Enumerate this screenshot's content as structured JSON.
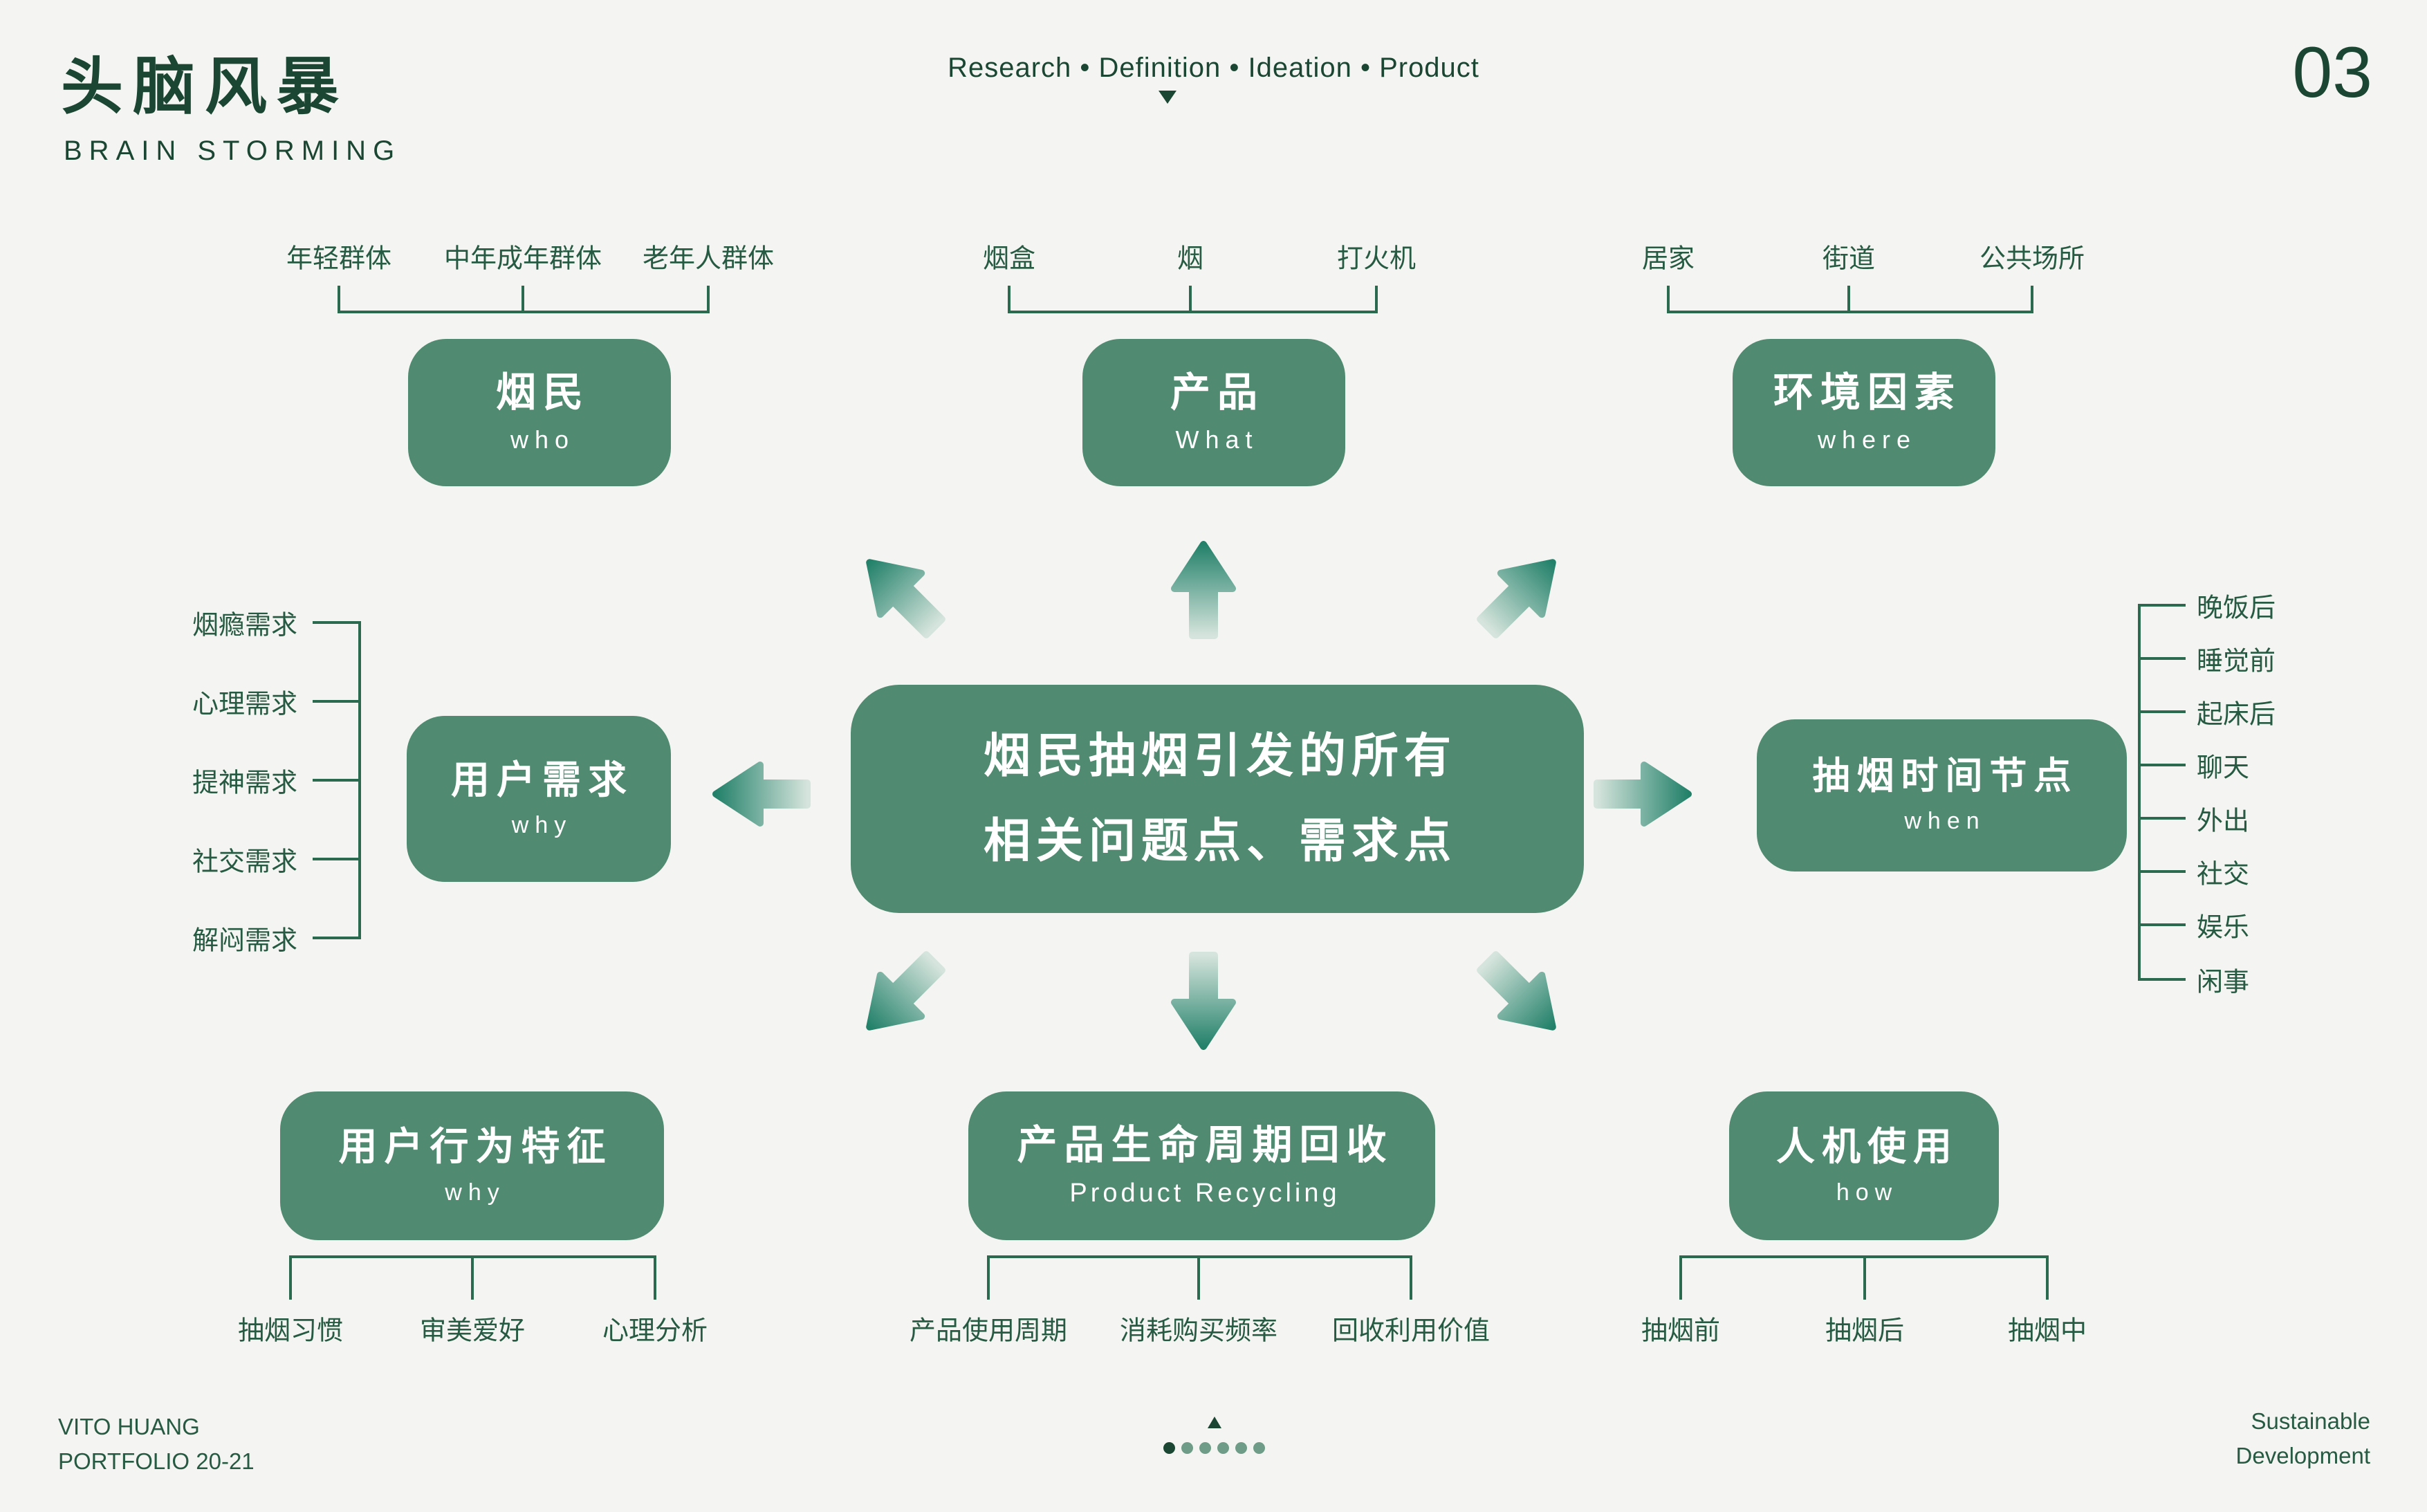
{
  "header": {
    "title_cn": "头脑风暴",
    "title_en": "BRAIN STORMING",
    "nav": "Research • Definition • Ideation • Product",
    "page_number": "03"
  },
  "center_box": {
    "line1": "烟民抽烟引发的所有",
    "line2": "相关问题点、需求点"
  },
  "groups": {
    "who": {
      "title": "烟民",
      "subtitle": "who",
      "labels": [
        "年轻群体",
        "中年成年群体",
        "老年人群体"
      ]
    },
    "what": {
      "title": "产品",
      "subtitle": "What",
      "labels": [
        "烟盒",
        "烟",
        "打火机"
      ]
    },
    "where": {
      "title": "环境因素",
      "subtitle": "where",
      "labels": [
        "居家",
        "街道",
        "公共场所"
      ]
    },
    "why_needs": {
      "title": "用户需求",
      "subtitle": "why",
      "labels": [
        "烟瘾需求",
        "心理需求",
        "提神需求",
        "社交需求",
        "解闷需求"
      ]
    },
    "when": {
      "title": "抽烟时间节点",
      "subtitle": "when",
      "labels": [
        "晚饭后",
        "睡觉前",
        "起床后",
        "聊天",
        "外出",
        "社交",
        "娱乐",
        "闲事"
      ]
    },
    "behavior": {
      "title": "用户行为特征",
      "subtitle": "why",
      "labels": [
        "抽烟习惯",
        "审美爱好",
        "心理分析"
      ]
    },
    "recycling": {
      "title": "产品生命周期回收",
      "subtitle": "Product Recycling",
      "labels": [
        "产品使用周期",
        "消耗购买频率",
        "回收利用价值"
      ]
    },
    "how": {
      "title": "人机使用",
      "subtitle": "how",
      "labels": [
        "抽烟前",
        "抽烟后",
        "抽烟中"
      ]
    }
  },
  "footer": {
    "left_line1": "VITO HUANG",
    "left_line2": "PORTFOLIO 20-21",
    "right_line1": "Sustainable",
    "right_line2": "Development",
    "pagination": {
      "dots_total": 6,
      "active_dot": 1
    }
  },
  "colors": {
    "background": "#f4f5f2",
    "box_green": "#4f8a71",
    "dark_green": "#1c4634",
    "label_green": "#275a42",
    "line_green": "#2c6a50",
    "arrow_tail": "#d5e4dc",
    "arrow_tip": "#23816a",
    "dot_inactive": "#6f9c88"
  }
}
